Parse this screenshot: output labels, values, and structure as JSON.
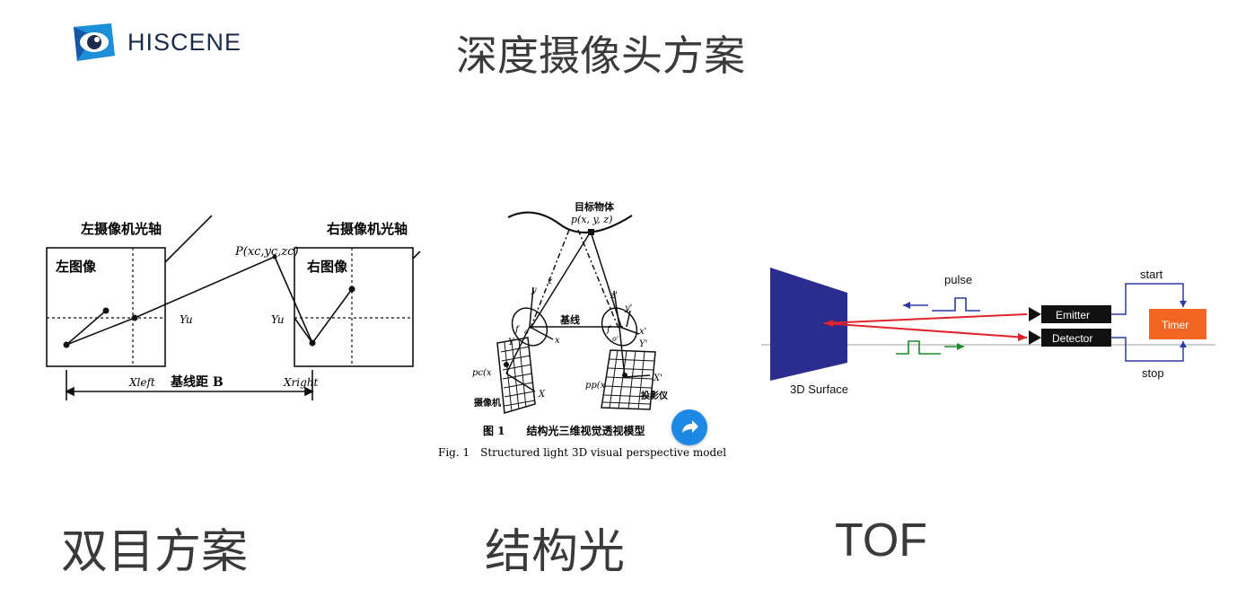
{
  "header": {
    "brand": "HISCENE",
    "title": "深度摄像头方案"
  },
  "captions": {
    "stereo": "双目方案",
    "structured_light": "结构光",
    "tof": "TOF"
  },
  "stereo_diagram": {
    "left_axis": "左摄像机光轴",
    "right_axis": "右摄像机光轴",
    "left_image": "左图像",
    "right_image": "右图像",
    "point": "P(xc,yc,zc)",
    "yu_left": "Yu",
    "yu_right": "Yu",
    "x_left": "Xleft",
    "baseline": "基线距 B",
    "x_right": "Xright"
  },
  "structured_light_diagram": {
    "object": "目标物体",
    "point": "p(x, y, z)",
    "baseline": "基线",
    "camera": "摄像机",
    "projector": "投影仪",
    "pc": "pc(x",
    "pp": "pp(x",
    "fig_cn": "图 1　　结构光三维视觉透视模型",
    "fig_en": "Fig. 1　Structured light 3D visual perspective model",
    "axis_x": "x",
    "axis_y": "y",
    "axis_z": "z",
    "axis_xp": "x'",
    "axis_yp": "y'",
    "axis_zp": "z'",
    "axis_X": "X",
    "axis_Y": "Y",
    "axis_Xp": "X'",
    "axis_Yp": "Y'",
    "f_left": "f",
    "f_right": "f",
    "o_left": "o",
    "o_right": "o'"
  },
  "tof_diagram": {
    "surface": "3D Surface",
    "pulse": "pulse",
    "emitter": "Emitter",
    "detector": "Detector",
    "timer": "Timer",
    "start": "start",
    "stop": "stop",
    "colors": {
      "surface": "#2b2d8e",
      "laser": "#e0242b",
      "timer": "#f26522",
      "emit_pulse": "#2a3aa0",
      "return_pulse": "#1a8a2a"
    }
  }
}
